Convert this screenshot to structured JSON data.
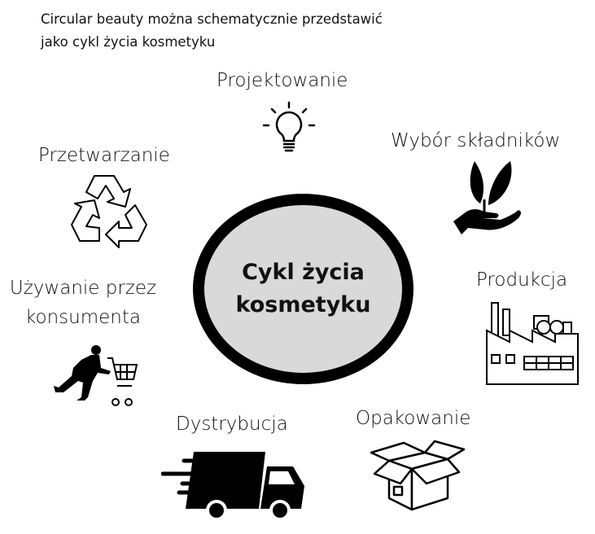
{
  "title_lines": [
    "Circular beauty można schematycznie przedstawić",
    "jako cykl życia kosmetyku"
  ],
  "center": {
    "line1": "Cykl życia",
    "line2": "kosmetyku",
    "fill_color": "#d9d9d9"
  },
  "stages": {
    "design": {
      "label": "Projektowanie",
      "icon": "lightbulb-icon"
    },
    "ingredients": {
      "label": "Wybór składników",
      "icon": "plant-in-hand-icon"
    },
    "production": {
      "label": "Produkcja",
      "icon": "factory-icon"
    },
    "packaging": {
      "label": "Opakowanie",
      "icon": "open-box-icon"
    },
    "distribution": {
      "label": "Dystrybucja",
      "icon": "delivery-truck-icon"
    },
    "usage": {
      "label_line1": "Używanie przez",
      "label_line2": "konsumenta",
      "icon": "shopper-cart-icon"
    },
    "processing": {
      "label": "Przetwarzanie",
      "icon": "recycle-icon"
    }
  }
}
